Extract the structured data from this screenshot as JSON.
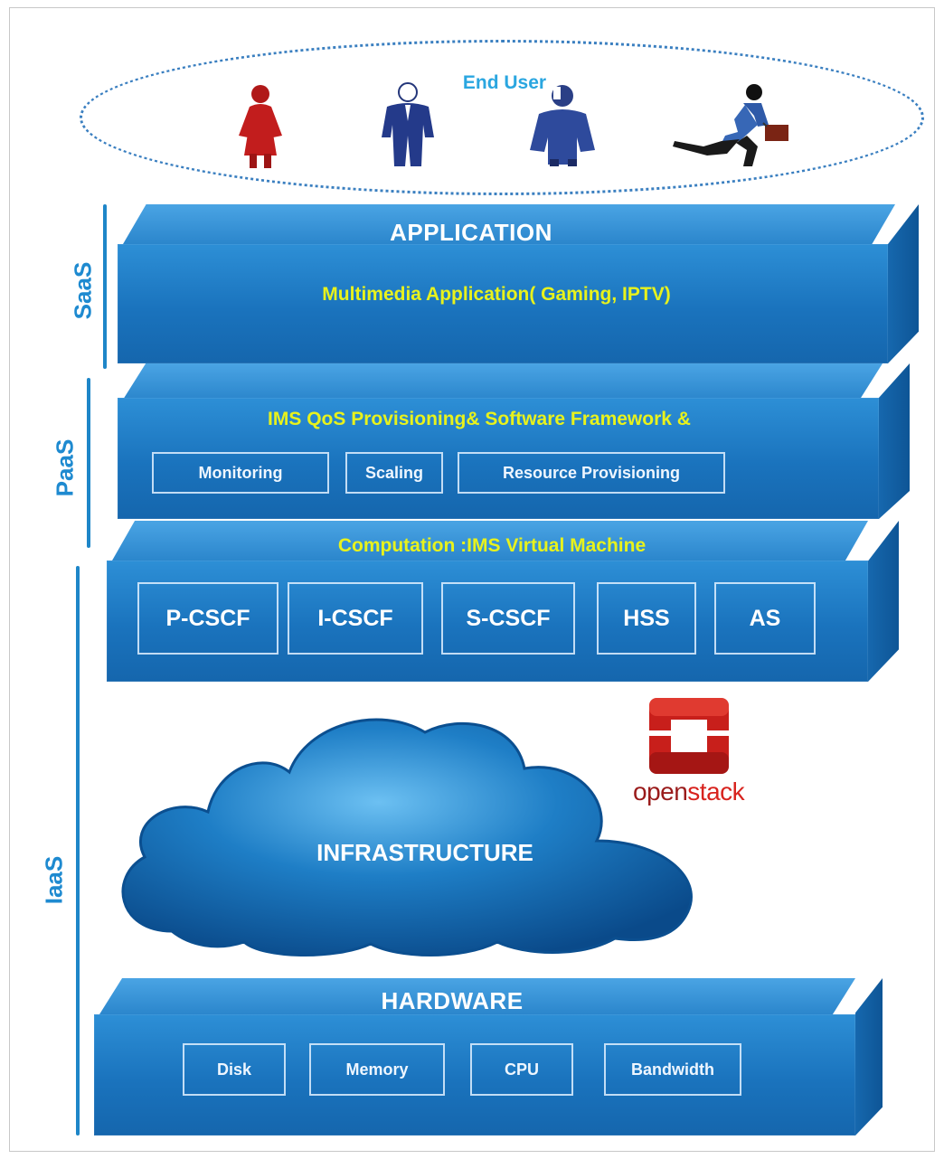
{
  "end_user": {
    "label": "End User"
  },
  "service_models": {
    "saas": "SaaS",
    "paas": "PaaS",
    "iaas": "IaaS"
  },
  "application_layer": {
    "title": "APPLICATION",
    "subtitle": "Multimedia Application( Gaming, IPTV)"
  },
  "paas_layer": {
    "title": "IMS QoS Provisioning&  Software Framework &",
    "boxes": [
      "Monitoring",
      "Scaling",
      "Resource Provisioning"
    ]
  },
  "computation_layer": {
    "title": "Computation :IMS Virtual Machine",
    "boxes": [
      "P-CSCF",
      "I-CSCF",
      "S-CSCF",
      "HSS",
      "AS"
    ]
  },
  "infrastructure": {
    "label": "INFRASTRUCTURE"
  },
  "openstack": {
    "text_open": "open",
    "text_stack": "stack"
  },
  "hardware_layer": {
    "title": "HARDWARE",
    "boxes": [
      "Disk",
      "Memory",
      "CPU",
      "Bandwidth"
    ]
  },
  "colors": {
    "layer_blue": "#1a73bd",
    "label_blue": "#1e8ad0",
    "subtitle_yellow": "#e8f21c",
    "openstack_red": "#d8231e"
  }
}
